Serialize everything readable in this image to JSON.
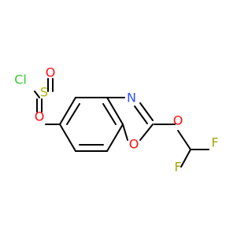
{
  "molecule": {
    "atoms": {
      "cl": "Cl",
      "s": "S",
      "o_top": "O",
      "o_bottom": "O",
      "n_ring": "N",
      "o_ring": "O",
      "o_ether": "O",
      "f_right": "F",
      "f_bottom": "F"
    },
    "colors": {
      "bond": "#000000",
      "chlorine": "#33cc33",
      "sulfur": "#b2b200",
      "oxygen": "#ff0d0d",
      "nitrogen": "#3050f8",
      "fluorine": "#a4a400"
    }
  }
}
